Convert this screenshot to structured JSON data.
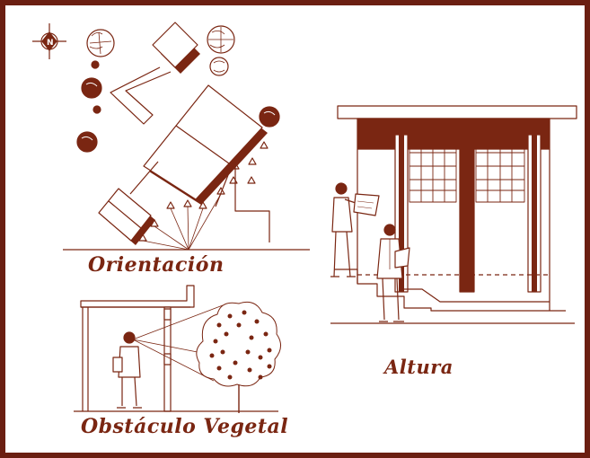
{
  "captions": {
    "orientacion": "Orientación",
    "altura": "Altura",
    "obstaculo_vegetal": "Obstáculo Vegetal"
  },
  "colors": {
    "frame": "#6b1f12",
    "ink": "#7a2612",
    "fill": "#7a2612",
    "background": "#ffffff"
  },
  "icons": {
    "compass": "north-arrow-icon"
  }
}
